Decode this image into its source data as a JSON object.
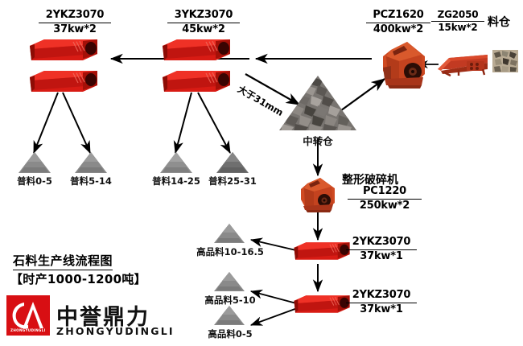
{
  "diagram": {
    "title_line1": "石料生产线流程图",
    "title_line2": "【时产1000-1200吨】",
    "background": "#ffffff"
  },
  "brand": {
    "name_cn": "中誉鼎力",
    "name_en": "ZHONGYUDINGLI",
    "mark_text": "ZHONGYUDINGLI",
    "color": "#d80f13"
  },
  "equipment": [
    {
      "id": "screen-group-left",
      "model": "2YKZ3070",
      "power": "37kw*2"
    },
    {
      "id": "screen-group-mid",
      "model": "3YKZ3070",
      "power": "45kw*2"
    },
    {
      "id": "crusher-primary",
      "model": "PCZ1620",
      "power": "400kw*2"
    },
    {
      "id": "feeder",
      "model": "ZG2050",
      "power": "15kw*2"
    },
    {
      "id": "shaping-crusher",
      "name": "整形破碎机",
      "model": "PC1220",
      "power": "250kw*2"
    },
    {
      "id": "screen-lower-1",
      "model": "2YKZ3070",
      "power": "37kw*1"
    },
    {
      "id": "screen-lower-2",
      "model": "2YKZ3070",
      "power": "37kw*1"
    }
  ],
  "nodes": {
    "hopper_label": "料仓",
    "transfer_pile_label": "中转仓",
    "oversize_arrow_label": "大于31mm"
  },
  "products_standard": [
    {
      "label": "普料0-5"
    },
    {
      "label": "普料5-14"
    },
    {
      "label": "普料14-25"
    },
    {
      "label": "普料25-31"
    }
  ],
  "products_premium": [
    {
      "label": "高品料10-16.5"
    },
    {
      "label": "高品料5-10"
    },
    {
      "label": "高品料0-5"
    }
  ],
  "colors": {
    "screen_red": "#d81b14",
    "crusher_orange": "#cf4a22",
    "feeder_red": "#b8341d",
    "gravel_grey": "#8a8a8a",
    "arrow_black": "#000000"
  }
}
